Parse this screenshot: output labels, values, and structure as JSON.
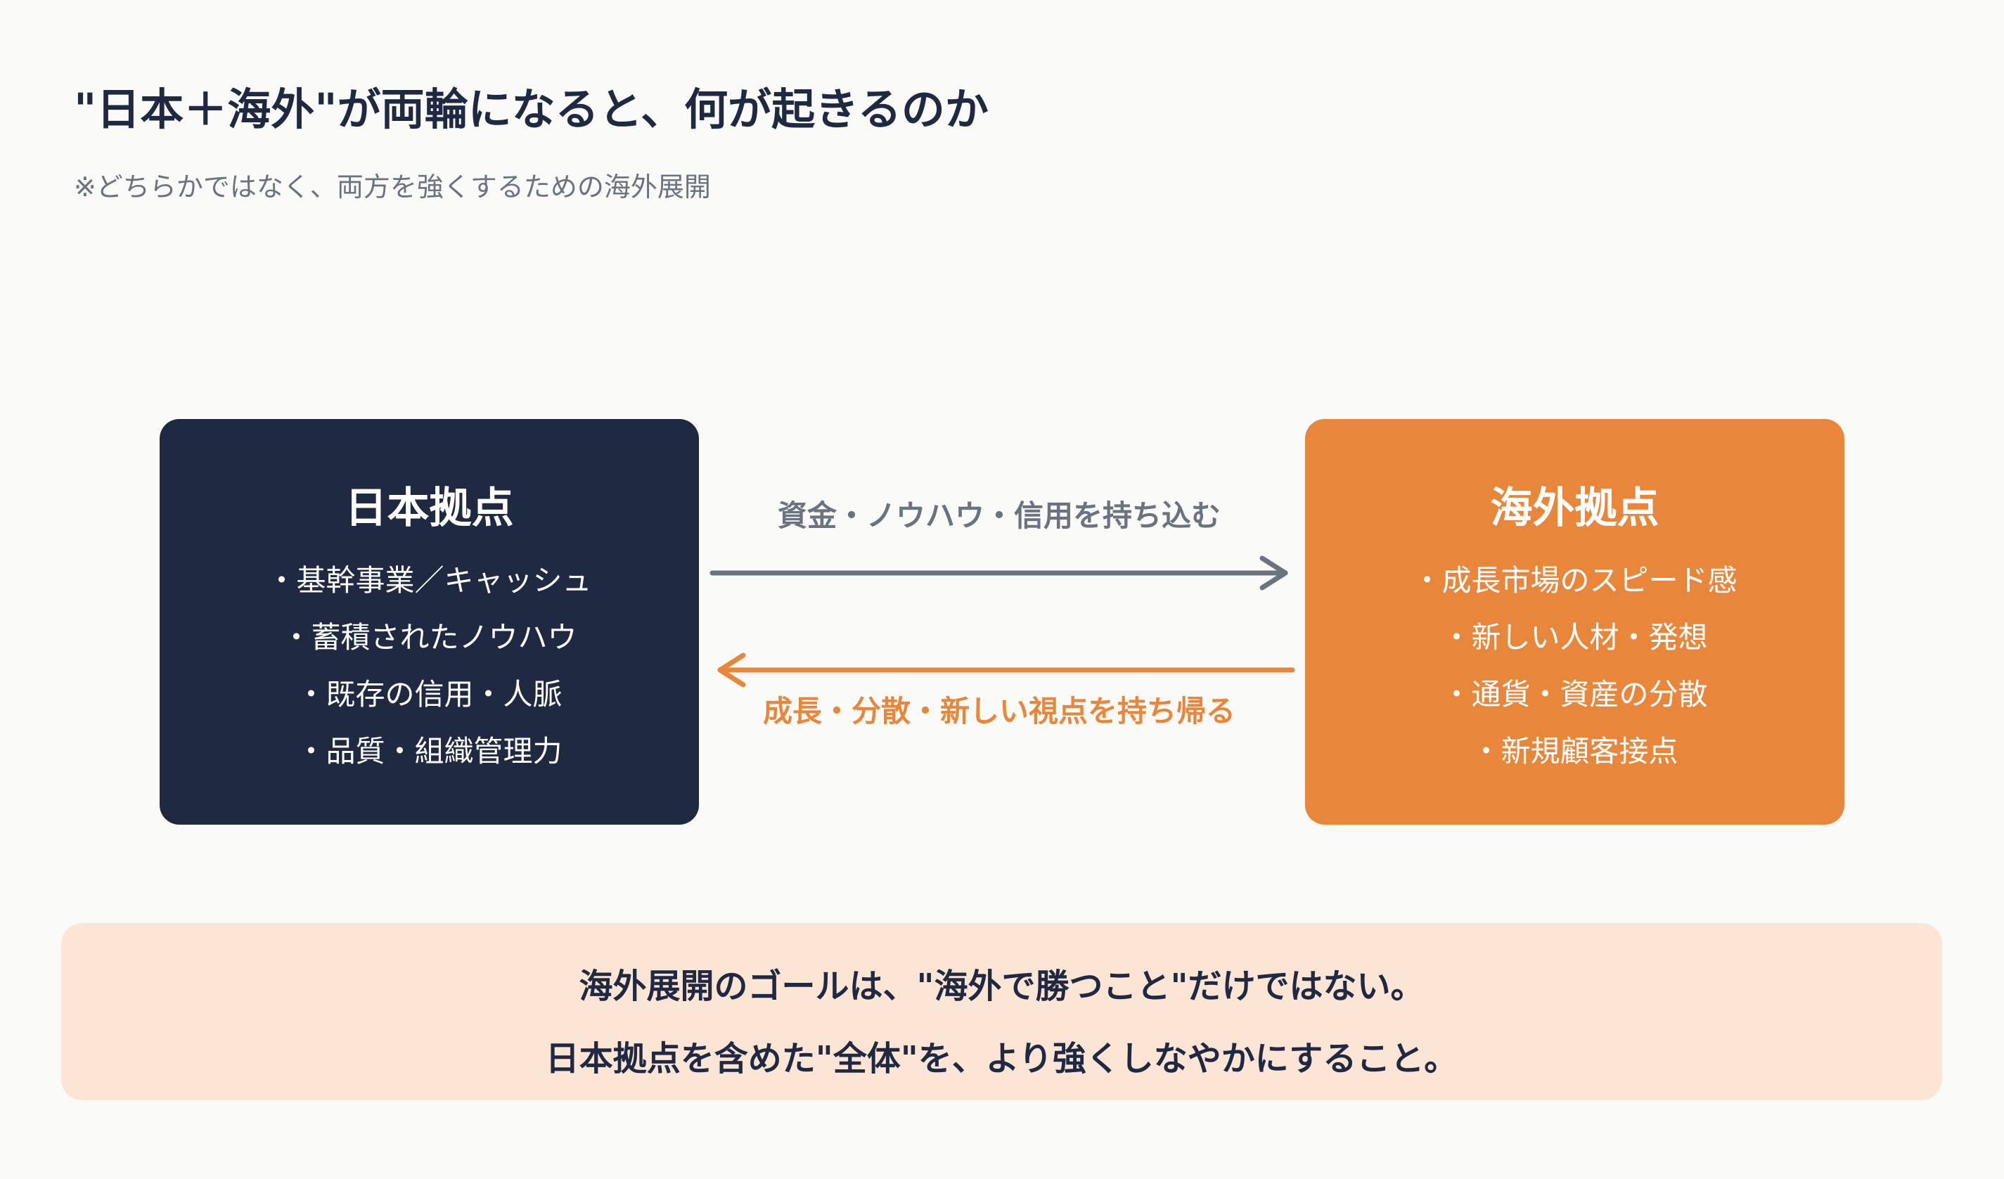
{
  "header": {
    "title": "\"日本＋海外\"が両輪になると、何が起きるのか",
    "subtitle": "※どちらかではなく、両方を強くするための海外展開"
  },
  "japan": {
    "title": "日本拠点",
    "items": [
      "・基幹事業／キャッシュ",
      "・蓄積されたノウハウ",
      "・既存の信用・人脈",
      "・品質・組織管理力"
    ]
  },
  "overseas": {
    "title": "海外拠点",
    "items": [
      "・成長市場のスピード感",
      "・新しい人材・発想",
      "・通貨・資産の分散",
      "・新規顧客接点"
    ]
  },
  "arrows": {
    "to_overseas": "資金・ノウハウ・信用を持ち込む",
    "to_japan": "成長・分散・新しい視点を持ち帰る"
  },
  "goal": {
    "line1": "海外展開のゴールは、\"海外で勝つこと\"だけではない。",
    "line2": "日本拠点を含めた\"全体\"を、より強くしなやかにすること。"
  },
  "colors": {
    "navy": "#1f2942",
    "orange": "#e8873c",
    "gray": "#6b7280",
    "goal_bg": "#fde5d6"
  }
}
